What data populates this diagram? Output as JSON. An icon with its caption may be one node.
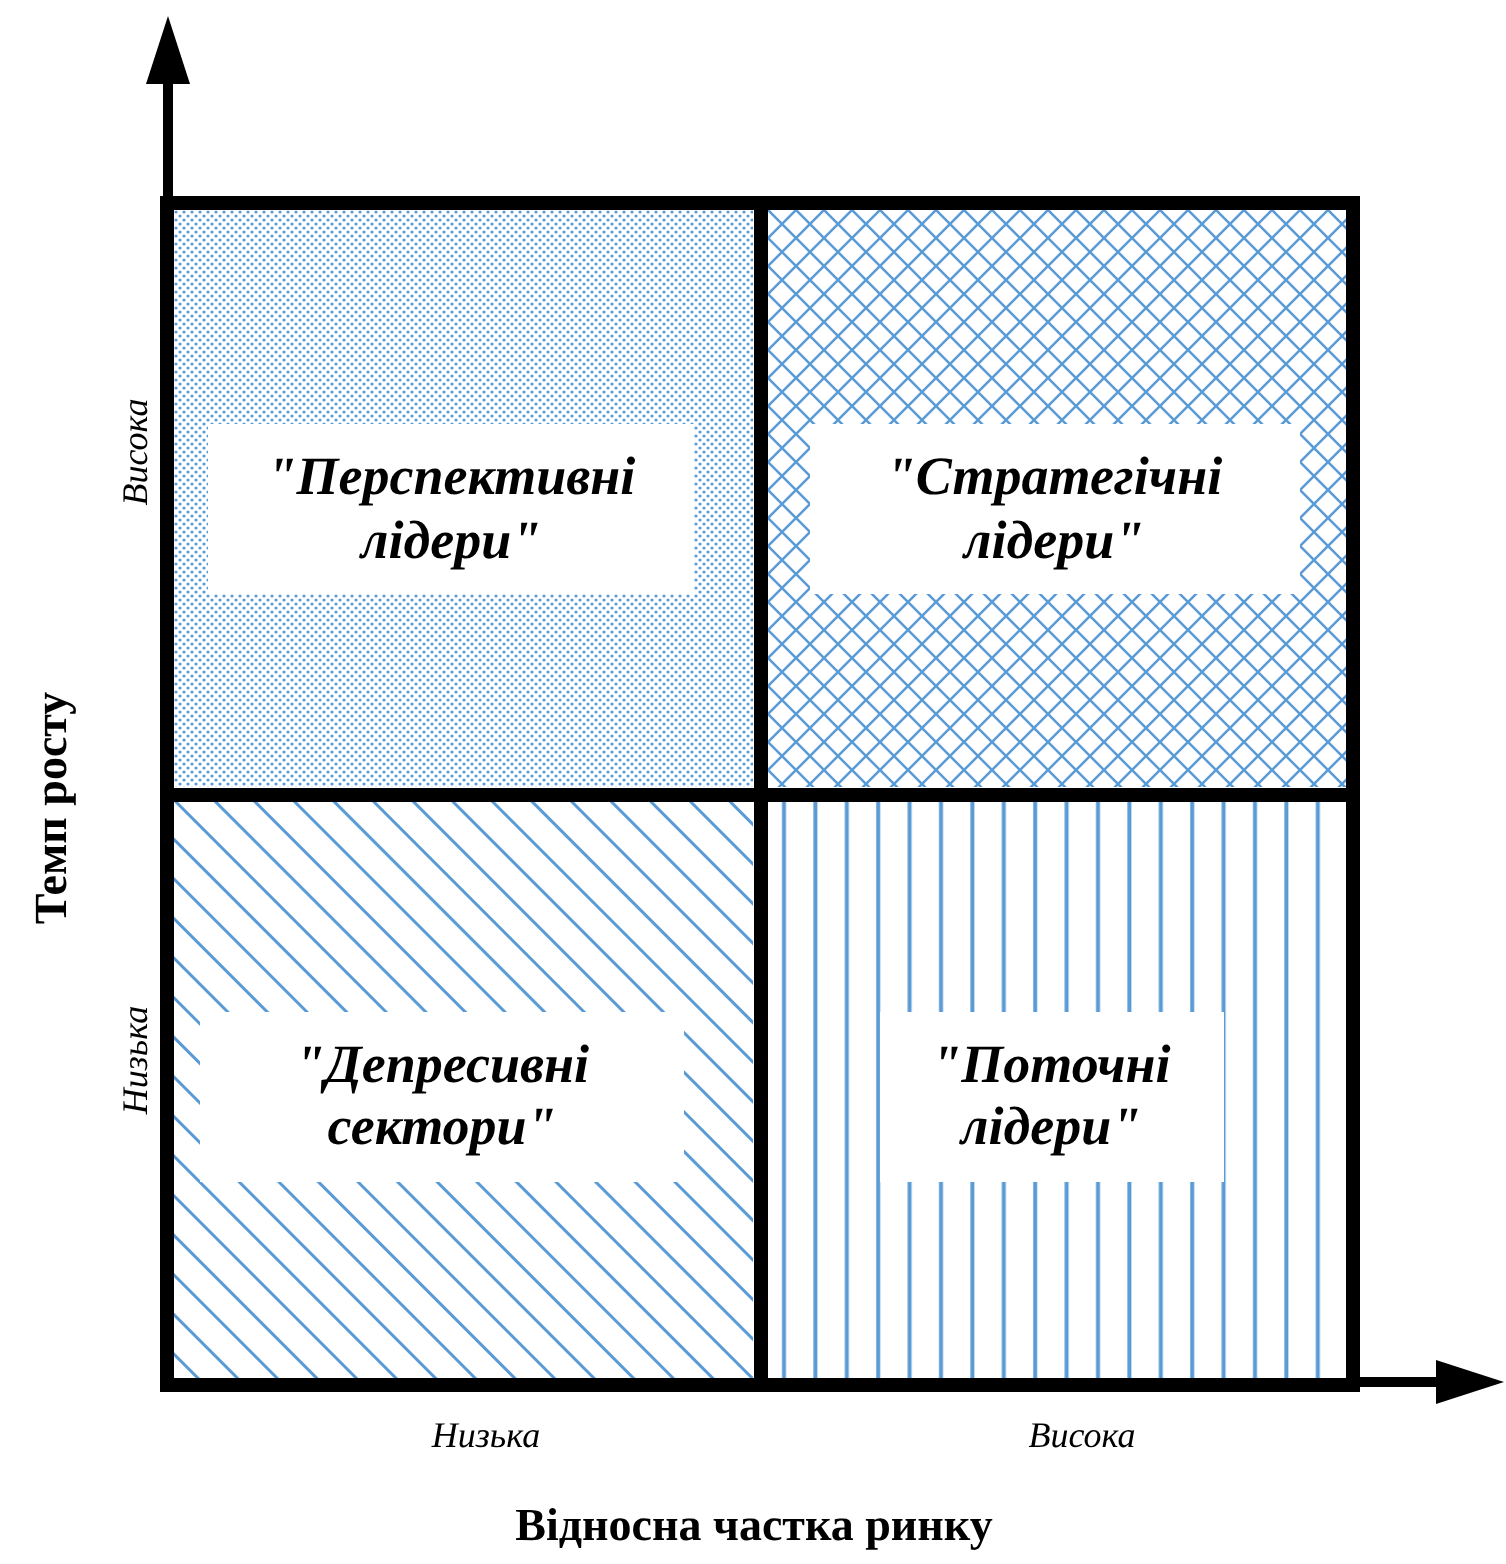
{
  "diagram": {
    "nodes": [
      {
        "text": [
          "\"Перспективні лідери\""
        ]
      },
      {
        "text": [
          "\"Стратегічні лідери\""
        ]
      },
      {
        "text": [
          "\"Депресивні сектори\""
        ]
      },
      {
        "text": [
          "\"Поточні лідери\""
        ]
      }
    ],
    "labels": [
      "Висока",
      "Темп росту",
      "Низька",
      "Низька",
      "Висока",
      "Відносна частка ринку"
    ]
  }
}
